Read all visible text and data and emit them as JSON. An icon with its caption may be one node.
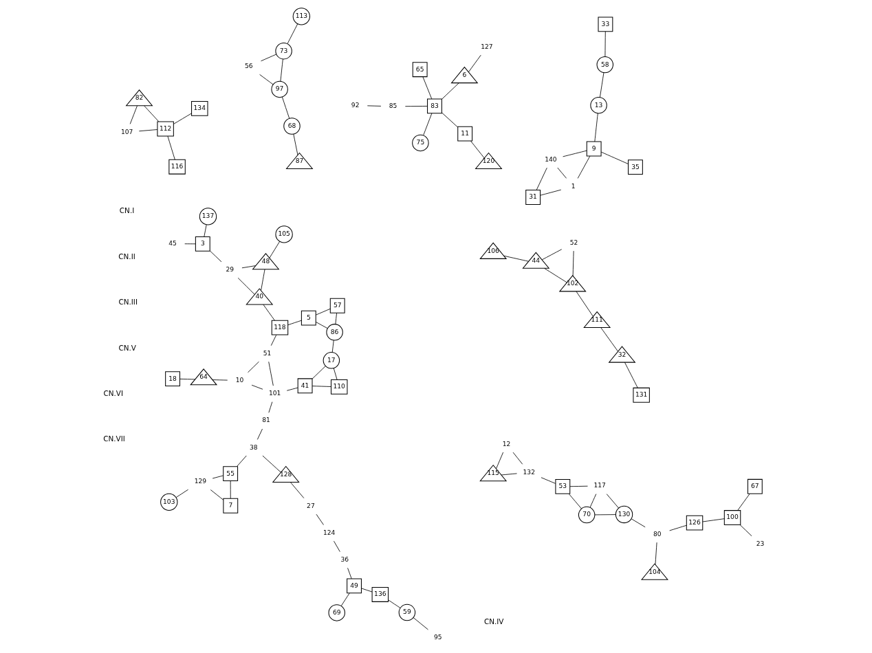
{
  "diagram": {
    "nodes": [
      {
        "text": [
          "107"
        ]
      },
      {
        "text": [
          "112"
        ]
      },
      {
        "text": [
          "116"
        ]
      },
      {
        "text": [
          "82"
        ]
      },
      {
        "text": [
          "134"
        ]
      },
      {
        "text": [
          "129"
        ]
      },
      {
        "text": [
          "103"
        ]
      },
      {
        "text": [
          "7"
        ]
      },
      {
        "text": [
          "55"
        ]
      },
      {
        "text": [
          "128"
        ]
      },
      {
        "text": [
          "27"
        ]
      },
      {
        "text": [
          "124"
        ]
      },
      {
        "text": [
          "36"
        ]
      },
      {
        "text": [
          "49"
        ]
      },
      {
        "text": [
          "69"
        ]
      },
      {
        "text": [
          "136"
        ]
      },
      {
        "text": [
          "59"
        ]
      },
      {
        "text": [
          "95"
        ]
      },
      {
        "text": [
          "38"
        ]
      },
      {
        "text": [
          "81"
        ]
      },
      {
        "text": [
          "101"
        ]
      },
      {
        "text": [
          "10"
        ]
      },
      {
        "text": [
          "64"
        ]
      },
      {
        "text": [
          "18"
        ]
      },
      {
        "text": [
          "41"
        ]
      },
      {
        "text": [
          "51"
        ]
      },
      {
        "text": [
          "118"
        ]
      },
      {
        "text": [
          "40"
        ]
      },
      {
        "text": [
          "48"
        ]
      },
      {
        "text": [
          "105"
        ]
      },
      {
        "text": [
          "29"
        ]
      },
      {
        "text": [
          "110"
        ]
      },
      {
        "text": [
          "17"
        ]
      },
      {
        "text": [
          "86"
        ]
      },
      {
        "text": [
          "5"
        ]
      },
      {
        "text": [
          "57"
        ]
      },
      {
        "text": [
          "3"
        ]
      },
      {
        "text": [
          "45"
        ]
      },
      {
        "text": [
          "137"
        ]
      },
      {
        "text": [
          "87"
        ]
      },
      {
        "text": [
          "68"
        ]
      },
      {
        "text": [
          "97"
        ]
      },
      {
        "text": [
          "56"
        ]
      },
      {
        "text": [
          "73"
        ]
      },
      {
        "text": [
          "113"
        ]
      },
      {
        "text": [
          "131"
        ]
      },
      {
        "text": [
          "32"
        ]
      },
      {
        "text": [
          "111"
        ]
      },
      {
        "text": [
          "102"
        ]
      },
      {
        "text": [
          "52"
        ]
      },
      {
        "text": [
          "44"
        ]
      },
      {
        "text": [
          "106"
        ]
      },
      {
        "text": [
          "115"
        ]
      },
      {
        "text": [
          "12"
        ]
      },
      {
        "text": [
          "132"
        ]
      },
      {
        "text": [
          "53"
        ]
      },
      {
        "text": [
          "117"
        ]
      },
      {
        "text": [
          "70"
        ]
      },
      {
        "text": [
          "130"
        ]
      },
      {
        "text": [
          "80"
        ]
      },
      {
        "text": [
          "104"
        ]
      },
      {
        "text": [
          "126"
        ]
      },
      {
        "text": [
          "100"
        ]
      },
      {
        "text": [
          "67"
        ]
      },
      {
        "text": [
          "23"
        ]
      },
      {
        "text": [
          "92"
        ]
      },
      {
        "text": [
          "85"
        ]
      },
      {
        "text": [
          "83"
        ]
      },
      {
        "text": [
          "65"
        ]
      },
      {
        "text": [
          "6"
        ]
      },
      {
        "text": [
          "127"
        ]
      },
      {
        "text": [
          "75"
        ]
      },
      {
        "text": [
          "11"
        ]
      },
      {
        "text": [
          "120"
        ]
      },
      {
        "text": [
          "140"
        ]
      },
      {
        "text": [
          "1"
        ]
      },
      {
        "text": [
          "9"
        ]
      },
      {
        "text": [
          "13"
        ]
      },
      {
        "text": [
          "58"
        ]
      },
      {
        "text": [
          "33"
        ]
      },
      {
        "text": [
          "31"
        ]
      },
      {
        "text": [
          "35"
        ]
      }
    ],
    "edges": [
      {
        "from": 0,
        "to": 1,
        "arrow": "none"
      },
      {
        "from": 1,
        "to": 2,
        "arrow": "none"
      },
      {
        "from": 0,
        "to": 3,
        "arrow": "none"
      },
      {
        "from": 3,
        "to": 1,
        "arrow": "none"
      },
      {
        "from": 1,
        "to": 4,
        "arrow": "none"
      },
      {
        "from": 5,
        "to": 6,
        "arrow": "none"
      },
      {
        "from": 5,
        "to": 7,
        "arrow": "none"
      },
      {
        "from": 5,
        "to": 8,
        "arrow": "none"
      },
      {
        "from": 7,
        "to": 8,
        "arrow": "none"
      },
      {
        "from": 8,
        "to": 18,
        "arrow": "none"
      },
      {
        "from": 18,
        "to": 9,
        "arrow": "none"
      },
      {
        "from": 9,
        "to": 10,
        "arrow": "none"
      },
      {
        "from": 10,
        "to": 11,
        "arrow": "none"
      },
      {
        "from": 11,
        "to": 12,
        "arrow": "none"
      },
      {
        "from": 12,
        "to": 13,
        "arrow": "none"
      },
      {
        "from": 13,
        "to": 14,
        "arrow": "none"
      },
      {
        "from": 13,
        "to": 15,
        "arrow": "none"
      },
      {
        "from": 15,
        "to": 16,
        "arrow": "none"
      },
      {
        "from": 16,
        "to": 17,
        "arrow": "none"
      },
      {
        "from": 18,
        "to": 19,
        "arrow": "none"
      },
      {
        "from": 19,
        "to": 20,
        "arrow": "none"
      },
      {
        "from": 20,
        "to": 21,
        "arrow": "none"
      },
      {
        "from": 21,
        "to": 22,
        "arrow": "none"
      },
      {
        "from": 22,
        "to": 23,
        "arrow": "none"
      },
      {
        "from": 21,
        "to": 25,
        "arrow": "none"
      },
      {
        "from": 20,
        "to": 25,
        "arrow": "none"
      },
      {
        "from": 20,
        "to": 24,
        "arrow": "none"
      },
      {
        "from": 25,
        "to": 26,
        "arrow": "none"
      },
      {
        "from": 26,
        "to": 27,
        "arrow": "none"
      },
      {
        "from": 27,
        "to": 28,
        "arrow": "none"
      },
      {
        "from": 28,
        "to": 29,
        "arrow": "none"
      },
      {
        "from": 28,
        "to": 30,
        "arrow": "none"
      },
      {
        "from": 27,
        "to": 30,
        "arrow": "none"
      },
      {
        "from": 30,
        "to": 36,
        "arrow": "none"
      },
      {
        "from": 36,
        "to": 37,
        "arrow": "none"
      },
      {
        "from": 36,
        "to": 38,
        "arrow": "none"
      },
      {
        "from": 26,
        "to": 34,
        "arrow": "none"
      },
      {
        "from": 24,
        "to": 31,
        "arrow": "none"
      },
      {
        "from": 24,
        "to": 32,
        "arrow": "none"
      },
      {
        "from": 31,
        "to": 32,
        "arrow": "none"
      },
      {
        "from": 32,
        "to": 33,
        "arrow": "none"
      },
      {
        "from": 33,
        "to": 34,
        "arrow": "none"
      },
      {
        "from": 33,
        "to": 35,
        "arrow": "none"
      },
      {
        "from": 34,
        "to": 35,
        "arrow": "none"
      },
      {
        "from": 39,
        "to": 40,
        "arrow": "none"
      },
      {
        "from": 40,
        "to": 41,
        "arrow": "none"
      },
      {
        "from": 41,
        "to": 42,
        "arrow": "none"
      },
      {
        "from": 42,
        "to": 43,
        "arrow": "none"
      },
      {
        "from": 41,
        "to": 43,
        "arrow": "none"
      },
      {
        "from": 43,
        "to": 44,
        "arrow": "none"
      },
      {
        "from": 45,
        "to": 46,
        "arrow": "none"
      },
      {
        "from": 46,
        "to": 47,
        "arrow": "none"
      },
      {
        "from": 47,
        "to": 48,
        "arrow": "none"
      },
      {
        "from": 48,
        "to": 49,
        "arrow": "none"
      },
      {
        "from": 48,
        "to": 50,
        "arrow": "none"
      },
      {
        "from": 50,
        "to": 49,
        "arrow": "none"
      },
      {
        "from": 50,
        "to": 51,
        "arrow": "none"
      },
      {
        "from": 52,
        "to": 53,
        "arrow": "none"
      },
      {
        "from": 52,
        "to": 54,
        "arrow": "none"
      },
      {
        "from": 53,
        "to": 54,
        "arrow": "none"
      },
      {
        "from": 54,
        "to": 55,
        "arrow": "none"
      },
      {
        "from": 55,
        "to": 56,
        "arrow": "none"
      },
      {
        "from": 56,
        "to": 57,
        "arrow": "none"
      },
      {
        "from": 56,
        "to": 58,
        "arrow": "none"
      },
      {
        "from": 55,
        "to": 57,
        "arrow": "none"
      },
      {
        "from": 57,
        "to": 58,
        "arrow": "none"
      },
      {
        "from": 58,
        "to": 59,
        "arrow": "none"
      },
      {
        "from": 59,
        "to": 60,
        "arrow": "none"
      },
      {
        "from": 59,
        "to": 61,
        "arrow": "none"
      },
      {
        "from": 61,
        "to": 62,
        "arrow": "none"
      },
      {
        "from": 62,
        "to": 63,
        "arrow": "none"
      },
      {
        "from": 62,
        "to": 64,
        "arrow": "none"
      },
      {
        "from": 65,
        "to": 66,
        "arrow": "none"
      },
      {
        "from": 66,
        "to": 67,
        "arrow": "none"
      },
      {
        "from": 67,
        "to": 68,
        "arrow": "none"
      },
      {
        "from": 67,
        "to": 69,
        "arrow": "none"
      },
      {
        "from": 69,
        "to": 70,
        "arrow": "none"
      },
      {
        "from": 67,
        "to": 71,
        "arrow": "none"
      },
      {
        "from": 67,
        "to": 72,
        "arrow": "none"
      },
      {
        "from": 72,
        "to": 73,
        "arrow": "none"
      },
      {
        "from": 74,
        "to": 75,
        "arrow": "none"
      },
      {
        "from": 74,
        "to": 76,
        "arrow": "none"
      },
      {
        "from": 74,
        "to": 80,
        "arrow": "none"
      },
      {
        "from": 75,
        "to": 76,
        "arrow": "none"
      },
      {
        "from": 75,
        "to": 80,
        "arrow": "none"
      },
      {
        "from": 76,
        "to": 77,
        "arrow": "none"
      },
      {
        "from": 77,
        "to": 78,
        "arrow": "none"
      },
      {
        "from": 78,
        "to": 79,
        "arrow": "none"
      },
      {
        "from": 76,
        "to": 81,
        "arrow": "none"
      }
    ],
    "labels": [
      "CN.I",
      "CN.II",
      "CN.III",
      "CN.V",
      "CN.IV",
      "CN.VI",
      "CN.VII"
    ]
  }
}
